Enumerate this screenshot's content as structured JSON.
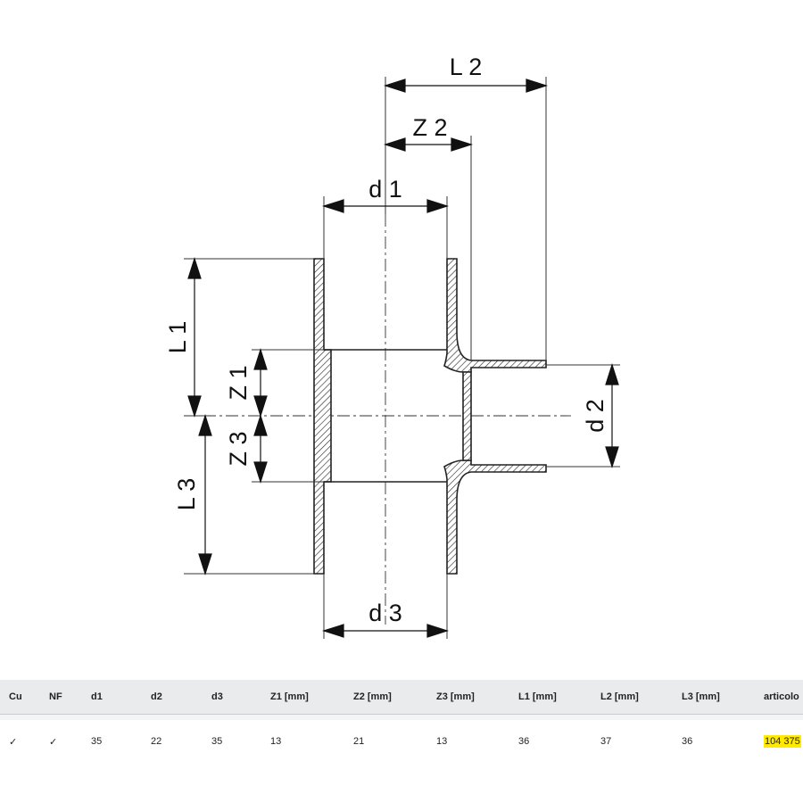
{
  "drawing": {
    "labels": {
      "L2": "L 2",
      "Z2": "Z 2",
      "d1": "d 1",
      "L1": "L 1",
      "Z1": "Z 1",
      "Z3": "Z 3",
      "L3": "L 3",
      "d2": "d 2",
      "d3": "d 3"
    }
  },
  "table": {
    "headers": [
      "Cu",
      "NF",
      "d1",
      "d2",
      "d3",
      "Z1 [mm]",
      "Z2 [mm]",
      "Z3 [mm]",
      "L1 [mm]",
      "L2 [mm]",
      "L3 [mm]",
      "articolo"
    ],
    "row": [
      "✓",
      "✓",
      "35",
      "22",
      "35",
      "13",
      "21",
      "13",
      "36",
      "37",
      "36",
      "104 375"
    ],
    "highlight_color": "#ffea00"
  }
}
